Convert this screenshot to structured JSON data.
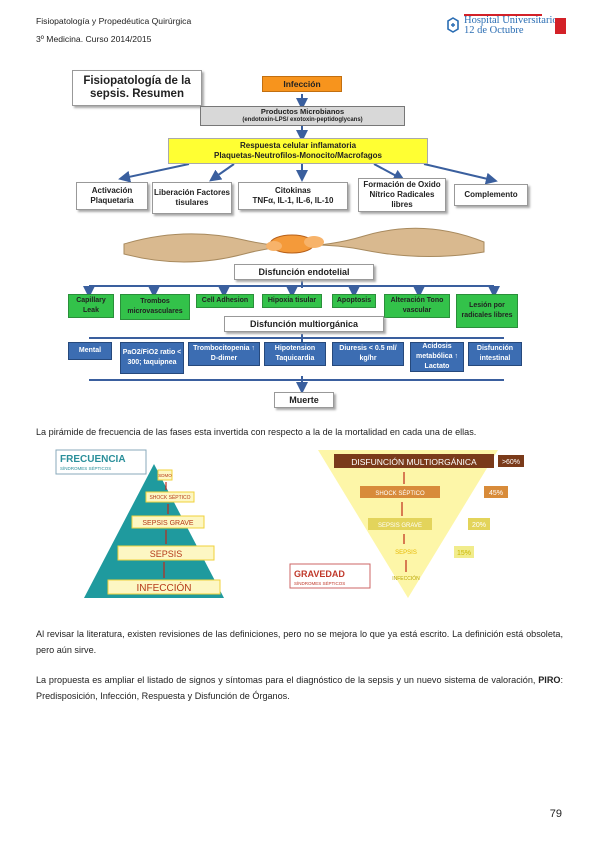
{
  "header": {
    "line1": "Fisiopatología y Propedéutica Quirúrgica",
    "line2": "3º Medicina. Curso 2014/2015",
    "logo_text_1": "Hospital Universitario",
    "logo_text_2": "12 de Octubre"
  },
  "figure1": {
    "title_1": "Fisiopatología de la",
    "title_2": "sepsis. Resumen",
    "infeccion": "Infección",
    "productos_1": "Productos Microbianos",
    "productos_2": "(endotoxin-LPS/ exotoxin-peptidoglycans)",
    "respuesta_1": "Respuesta celular inflamatoria",
    "respuesta_2": "Plaquetas-Neutrofilos-Monocito/Macrofagos",
    "box_activacion": "Activación Plaquetaria",
    "box_liberacion": "Liberación Factores tisulares",
    "box_citokinas_1": "Citokinas",
    "box_citokinas_2": "TNFα, IL-1, IL-6, IL-10",
    "box_formacion": "Formación de Oxido Nítrico Radicales libres",
    "box_complemento": "Complemento",
    "disfuncion_endotelial": "Disfunción endotelial",
    "green": [
      "Capillary Leak",
      "Trombos microvasculares",
      "Cell Adhesion",
      "Hipoxia tisular",
      "Apoptosis",
      "Alteración Tono vascular",
      "Lesión por radicales libres"
    ],
    "disfuncion_multiorganica": "Disfunción multiorgánica",
    "blue": [
      "Mental",
      "PaO2/FiO2 ratio < 300; taquipnea",
      "Trombocitopenia ↑ D-dimer",
      "Hipotension Taquicardia",
      "Diuresis < 0.5 ml/ kg/hr",
      "Acidosis metabólica ↑ Lactato",
      "Disfunción intestinal"
    ],
    "muerte": "Muerte"
  },
  "paragraph1": "La pirámide de frecuencia de las fases esta invertida con respecto a la de la mortalidad en cada una de ellas.",
  "pyramid": {
    "title": "FRECUENCIA",
    "subtitle": "SÍNDROMES SÉPTICOS",
    "levels": [
      "SDMO",
      "SHOCK SÉPTICO",
      "SEPSIS GRAVE",
      "SEPSIS",
      "INFECCIÓN"
    ]
  },
  "inverted": {
    "title": "GRAVEDAD",
    "subtitle": "SÍNDROMES SÉPTICOS",
    "levels": [
      "DISFUNCIÓN MULTIORGÁNICA",
      "SHOCK SÉPTICO",
      "SEPSIS GRAVE",
      "SEPSIS",
      "INFECCIÓN"
    ],
    "percents": [
      ">60%",
      "45%",
      "20%",
      "15%"
    ]
  },
  "paragraph2": "Al revisar la literatura, existen revisiones de las definiciones, pero no se mejora lo que ya está escrito. La definición está obsoleta, pero aún sirve.",
  "paragraph3_bold": "PIRO",
  "paragraph3a": "La propuesta es ampliar el listado de signos y síntomas para el diagnóstico de la sepsis y un nuevo sistema de valoración,",
  "paragraph3b": ": Predisposición, Infección, Respuesta y Disfunción de Órganos.",
  "page_number": "79"
}
